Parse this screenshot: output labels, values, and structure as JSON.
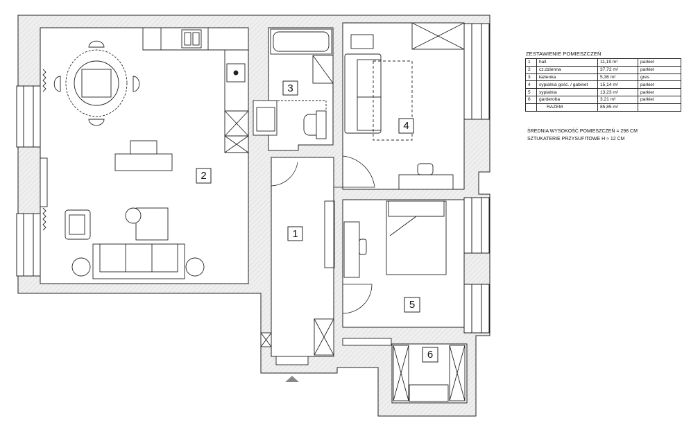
{
  "rooms": [
    {
      "number": "1"
    },
    {
      "number": "2"
    },
    {
      "number": "3"
    },
    {
      "number": "4"
    },
    {
      "number": "5"
    },
    {
      "number": "6"
    }
  ],
  "summary": {
    "title": "ZESTAWIENIE POMIESZCZEŃ",
    "rows": [
      {
        "no": "1",
        "name": "hall",
        "area": "11,19 m²",
        "floor": "parkiet"
      },
      {
        "no": "2",
        "name": "cz.dzienna",
        "area": "37,72 m²",
        "floor": "parkiet"
      },
      {
        "no": "3",
        "name": "łazienka",
        "area": "5,36 m²",
        "floor": "gres"
      },
      {
        "no": "4",
        "name": "sypialnia gość. / gabinet",
        "area": "15,14 m²",
        "floor": "parkiet"
      },
      {
        "no": "5",
        "name": "sypialnia",
        "area": "13,23 m²",
        "floor": "parkiet"
      },
      {
        "no": "6",
        "name": "garderoba",
        "area": "3,21 m²",
        "floor": "parkiet"
      }
    ],
    "total_label": "RAZEM",
    "total_area": "85,85 m²"
  },
  "notes": {
    "height": "ŚREDNIA WYSOKOŚĆ POMIESZCZEŃ = 298 CM",
    "cornice": "SZTUKATERIE PRZYSUFITOWE  H ≈ 12 CM"
  },
  "colors": {
    "wall_fill": "#eeeeee",
    "line": "#222222",
    "entrance_marker": "#888888"
  }
}
